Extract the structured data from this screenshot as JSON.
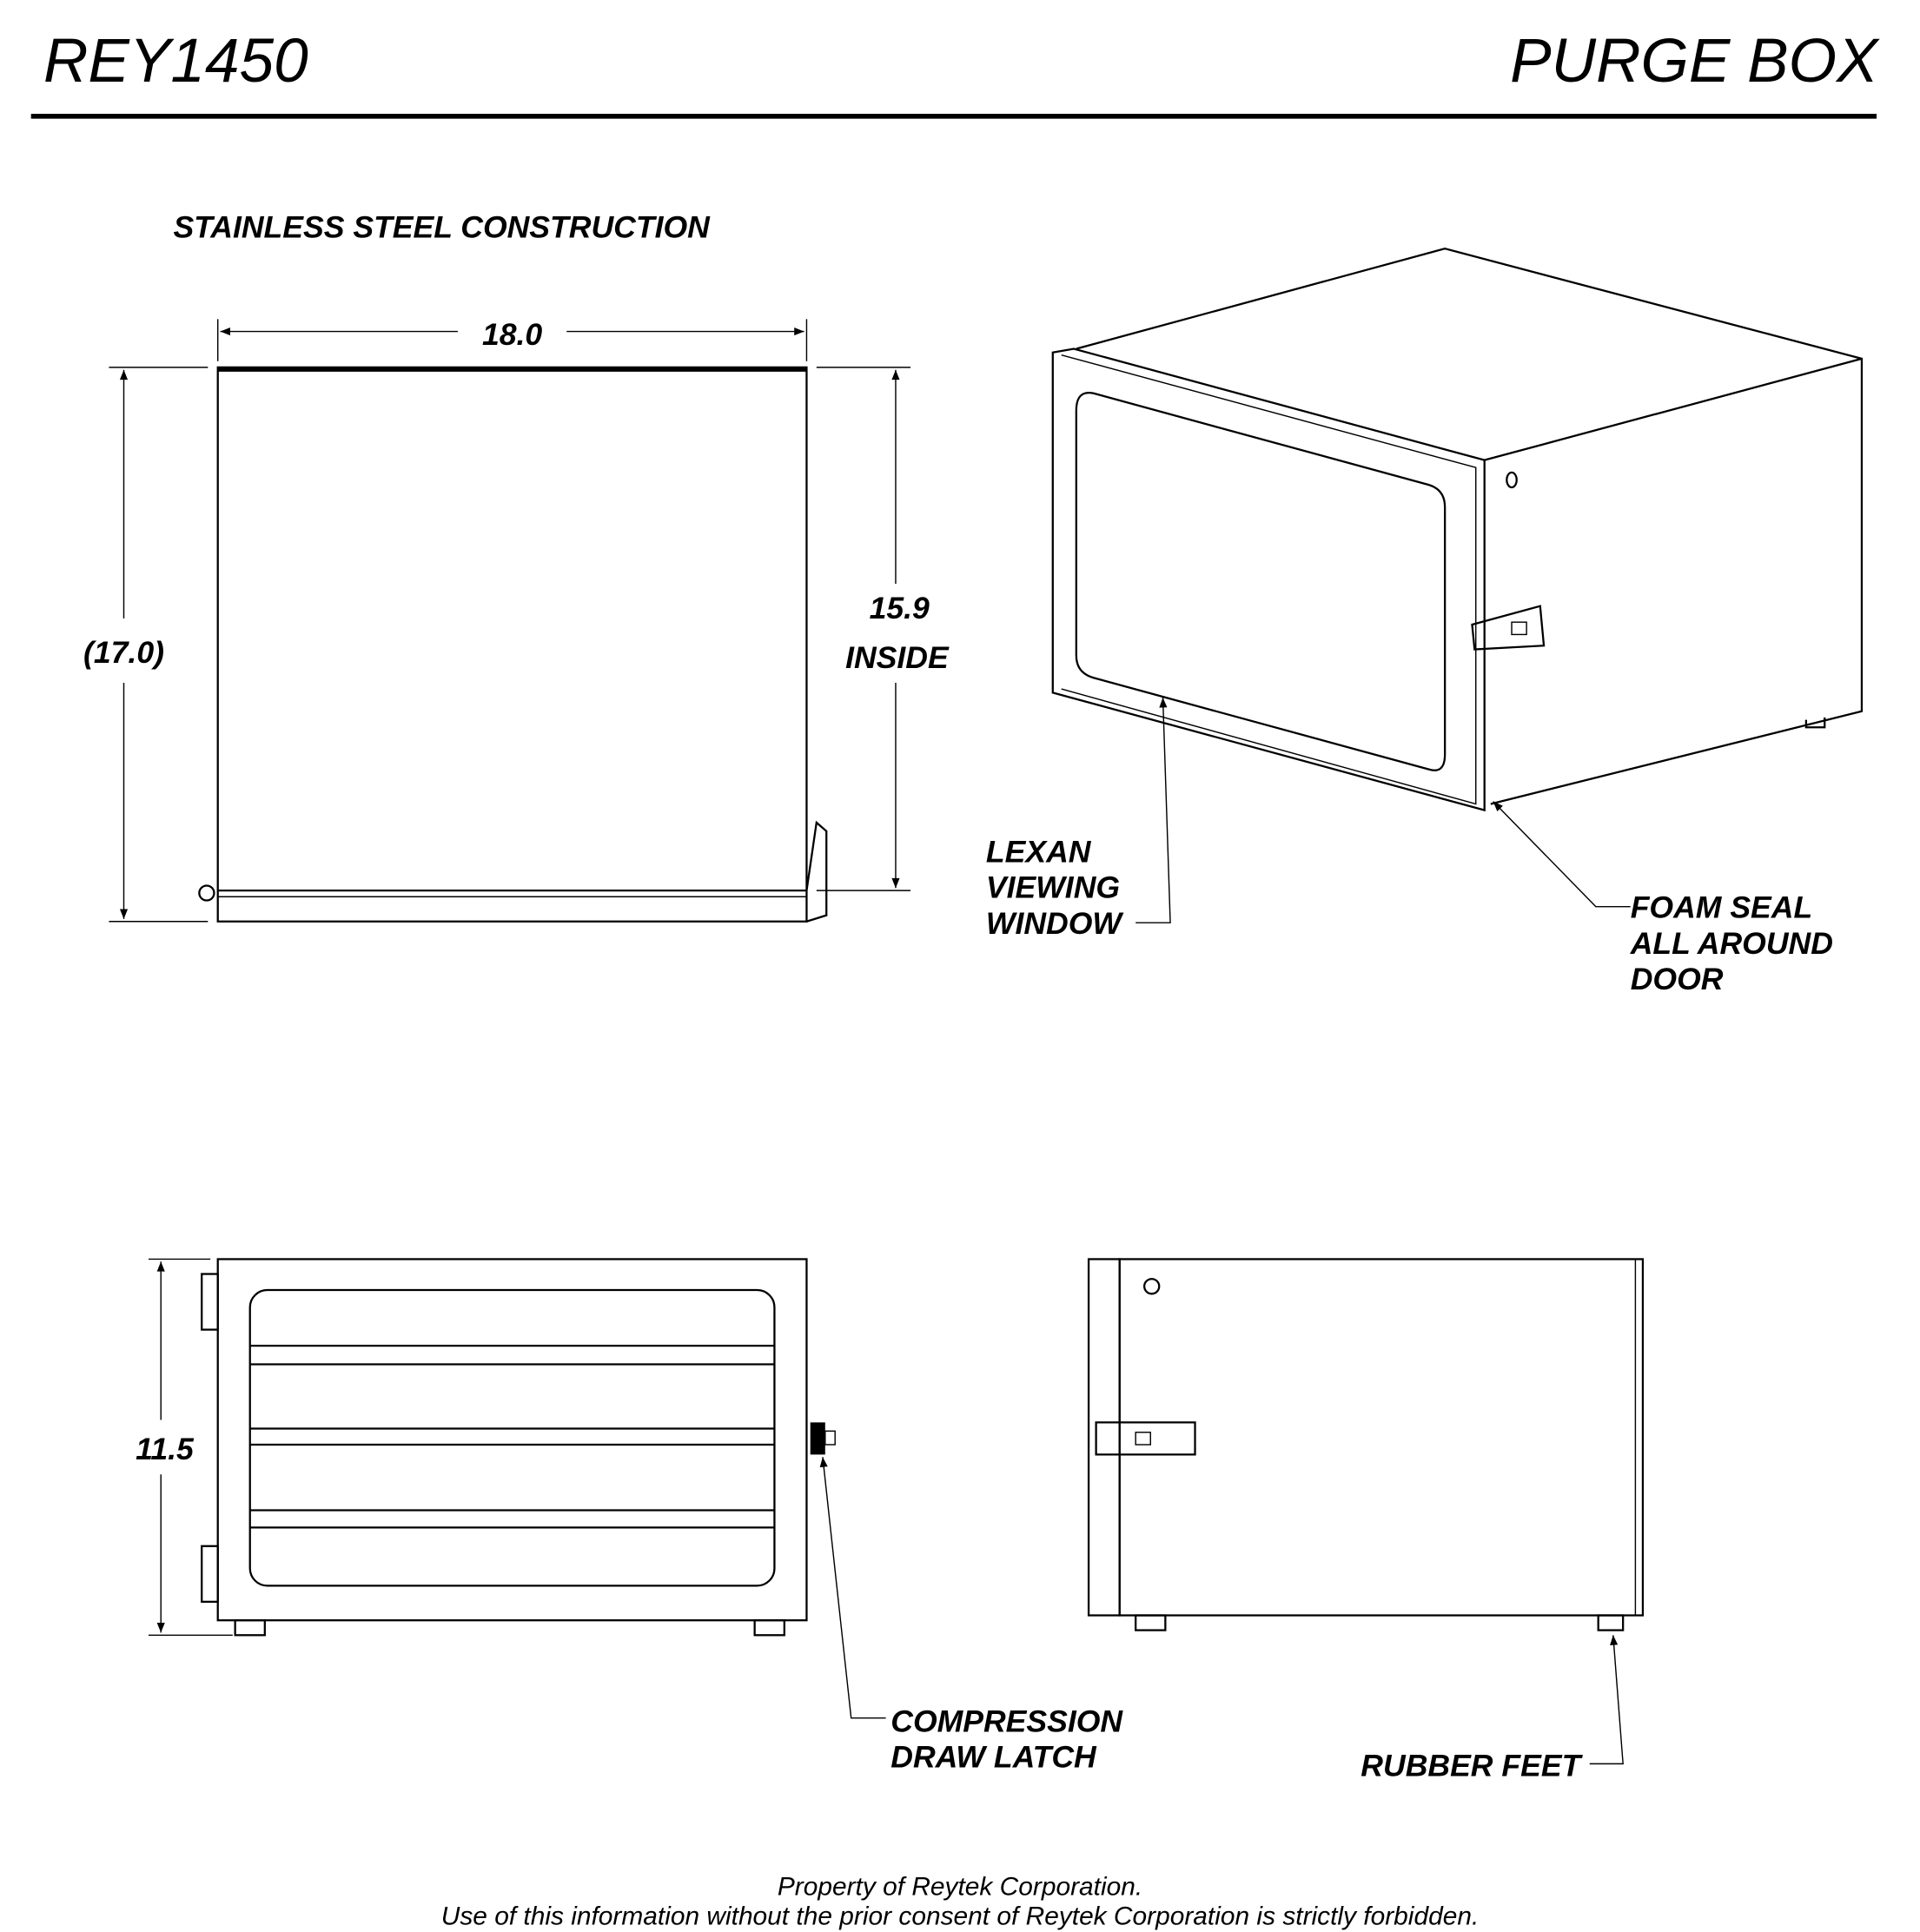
{
  "header": {
    "part_number": "REY1450",
    "title": "PURGE BOX"
  },
  "note": "STAINLESS STEEL CONSTRUCTION",
  "front_view": {
    "width_dim": "18.0",
    "height_dim": "(17.0)",
    "inside_dim": "15.9",
    "inside_label": "INSIDE"
  },
  "iso_view": {
    "window_label": [
      "LEXAN",
      "VIEWING",
      "WINDOW"
    ],
    "seal_label": [
      "FOAM SEAL",
      "ALL AROUND",
      "DOOR"
    ]
  },
  "side_view": {
    "height_dim": "11.5",
    "latch_label": [
      "COMPRESSION",
      "DRAW LATCH"
    ]
  },
  "right_view": {
    "feet_label": "RUBBER FEET"
  },
  "footer": {
    "line1": "Property of Reytek Corporation.",
    "line2": "Use of this information without the prior consent of Reytek Corporation is strictly forbidden."
  }
}
